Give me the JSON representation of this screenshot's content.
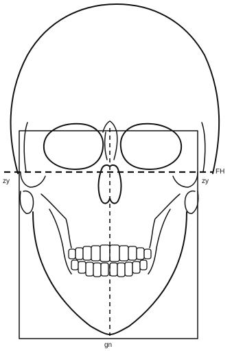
{
  "labels": {
    "fh": "FH",
    "zy_left": "zy",
    "zy_right": "zy",
    "gn": "gn"
  },
  "colors": {
    "ink": "#111111",
    "background": "#ffffff"
  }
}
